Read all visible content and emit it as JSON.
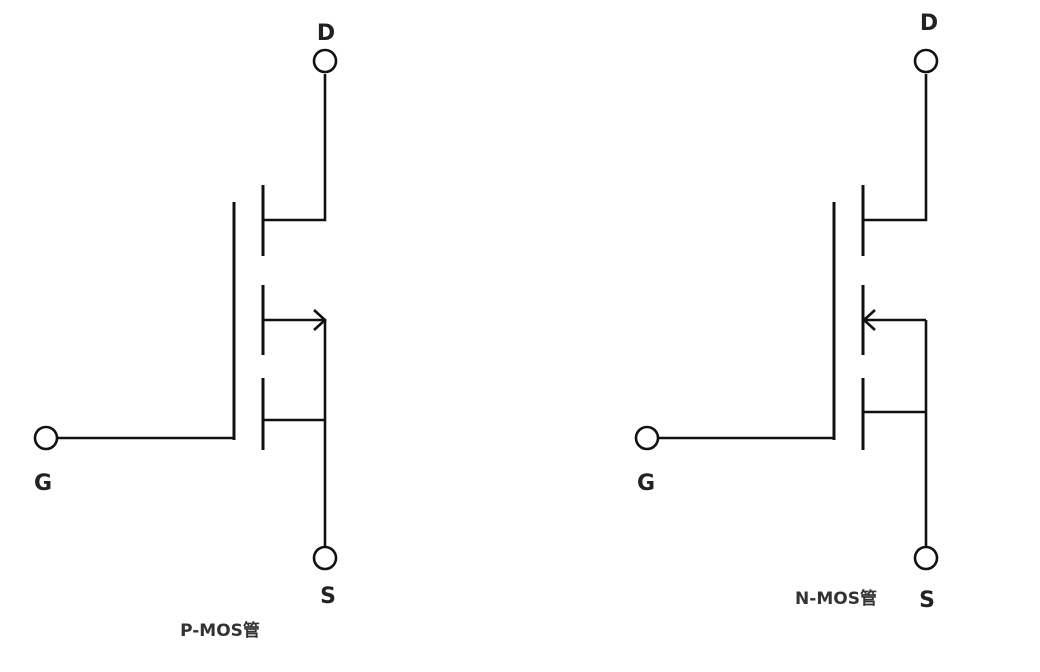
{
  "pmos": {
    "caption": "P-MOS管",
    "labels": {
      "drain": "D",
      "gate": "G",
      "source": "S"
    }
  },
  "nmos": {
    "caption": "N-MOS管",
    "labels": {
      "drain": "D",
      "gate": "G",
      "source": "S"
    }
  }
}
